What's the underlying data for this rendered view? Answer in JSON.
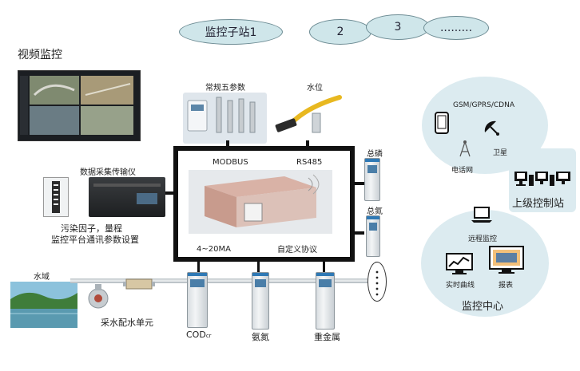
{
  "stations": {
    "station1": "监控子站1",
    "station2": "2",
    "station3": "3",
    "station_more": "........."
  },
  "video": {
    "title": "视频监控"
  },
  "sensors": {
    "params_label": "常规五参数",
    "water_level_label": "水位"
  },
  "hub": {
    "modbus": "MODBUS",
    "rs485": "RS485",
    "analog": "4~20MA",
    "custom_protocol": "自定义协议"
  },
  "collector": {
    "title": "数据采集传输仪",
    "desc_line1": "污染因子，量程",
    "desc_line2": "监控平台通讯参数设置"
  },
  "right_instruments": {
    "total_p": "总磷",
    "total_n": "总氮"
  },
  "bottom": {
    "water_area": "水域",
    "sampling_unit": "采水配水单元",
    "cod": "COD",
    "cod_sub": "cr",
    "ammonia": "氨氮",
    "heavy_metal": "重金属"
  },
  "network": {
    "gsm": "GSM/GPRS/CDNA",
    "phone_net": "电话网",
    "satellite": "卫星",
    "upper_station": "上级控制站"
  },
  "center": {
    "remote": "远程监控",
    "realtime": "实时曲线",
    "report": "报表",
    "title": "监控中心"
  },
  "colors": {
    "pill_fill": "#cfe6ea",
    "circle_fill": "#dcebf0",
    "cable": "#111111",
    "cabinet_stripe": "#2f79b5"
  }
}
